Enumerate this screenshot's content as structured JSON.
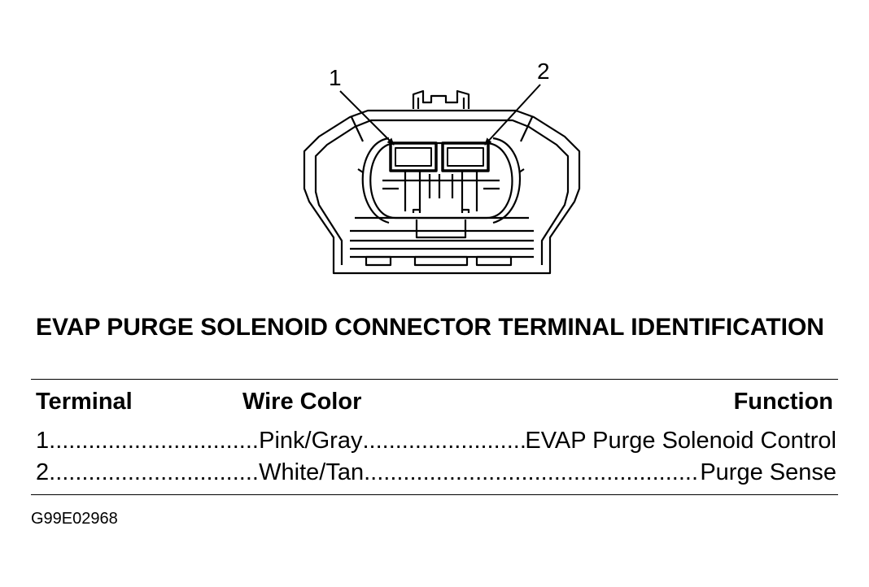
{
  "callouts": [
    "1",
    "2"
  ],
  "title": "EVAP PURGE SOLENOID CONNECTOR TERMINAL IDENTIFICATION",
  "table": {
    "headers": {
      "terminal": "Terminal",
      "wire_color": "Wire Color",
      "function": "Function"
    },
    "rows": [
      {
        "terminal": "1",
        "wire_color": "Pink/Gray",
        "function": "EVAP Purge Solenoid Control"
      },
      {
        "terminal": "2",
        "wire_color": "White/Tan",
        "function": "Purge Sense"
      }
    ]
  },
  "figure_id": "G99E02968"
}
